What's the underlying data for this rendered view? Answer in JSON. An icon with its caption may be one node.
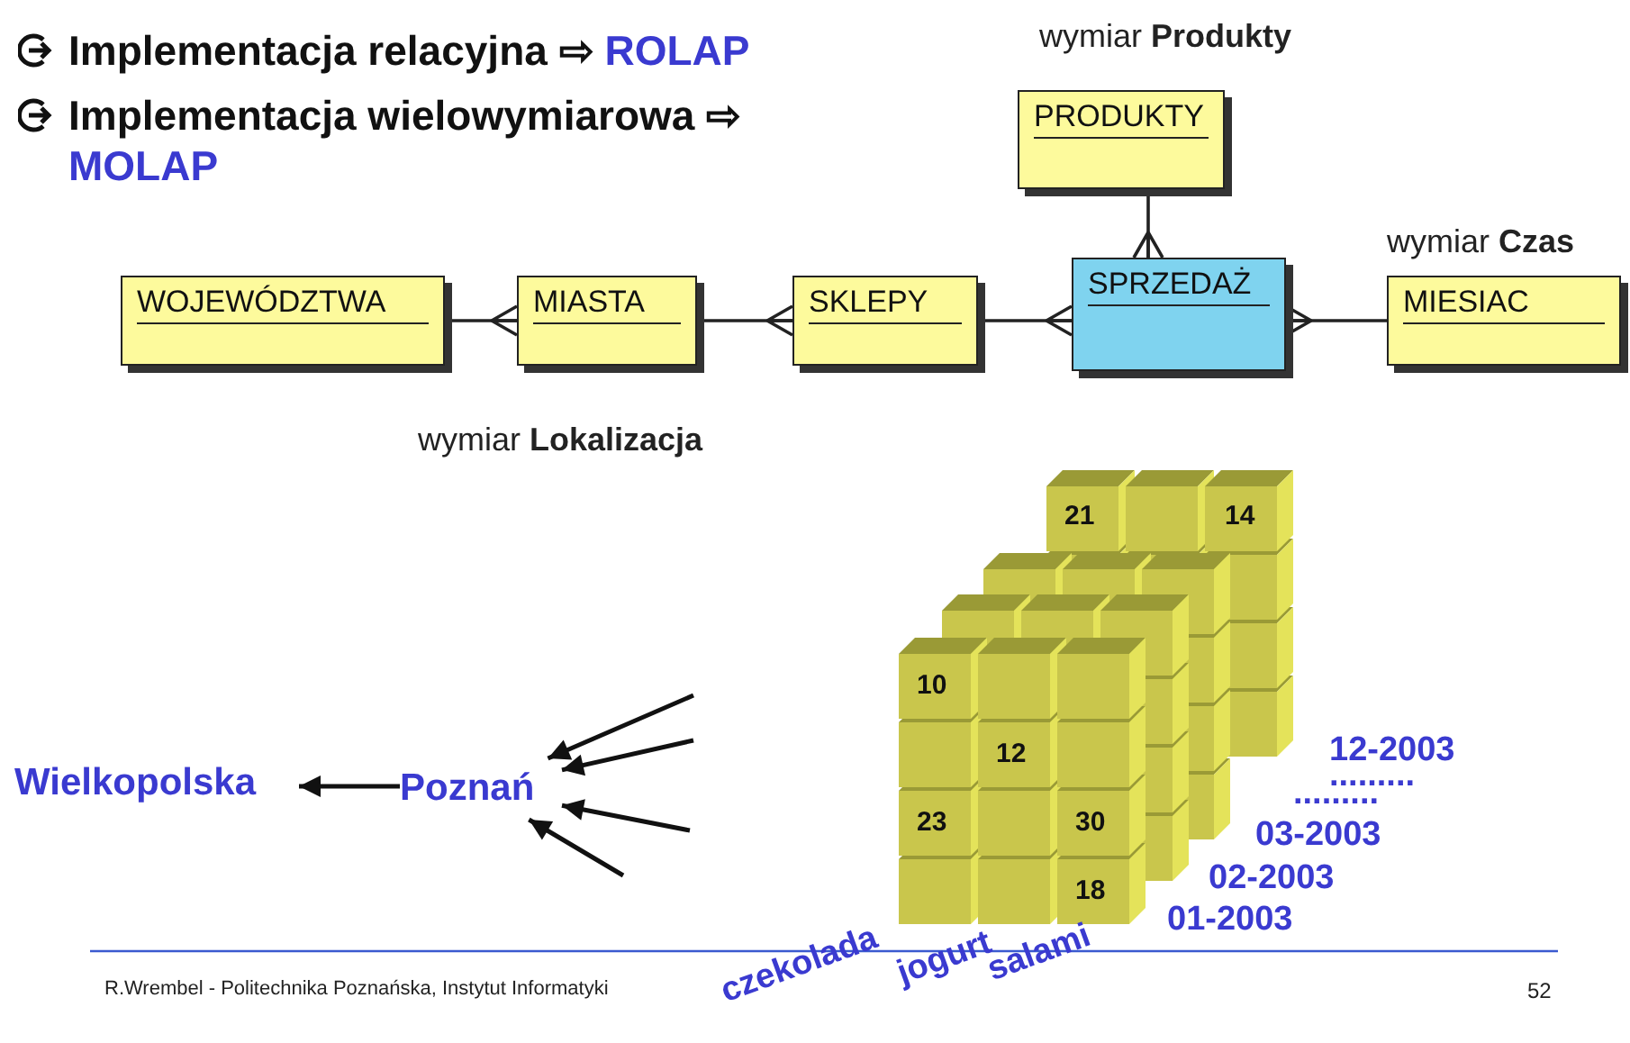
{
  "diagram": {
    "nodes": [
      {
        "text": [
          "PRODUKTY"
        ],
        "beside": [
          "wymiar **Produkty**"
        ]
      },
      {
        "text": [
          "WOJEWÓDZTWA"
        ]
      },
      {
        "text": [
          "MIASTA"
        ]
      },
      {
        "text": [
          "SKLEPY"
        ]
      },
      {
        "text": [
          "SPRZEDAŻ"
        ]
      },
      {
        "text": [
          "MIESIAC"
        ],
        "beside": [
          "wymiar **Czas**"
        ]
      },
      {
        "text": [
          "Wielkopolska"
        ]
      },
      {
        "text": [
          "Poznań"
        ]
      }
    ],
    "edges": [
      {
        "from": 1,
        "to": 2,
        "arrow": "other"
      },
      {
        "from": 2,
        "to": 3,
        "arrow": "other"
      },
      {
        "from": 3,
        "to": 4,
        "arrow": "other"
      },
      {
        "from": 0,
        "to": 4,
        "arrow": "other"
      },
      {
        "from": 5,
        "to": 4,
        "arrow": "other"
      },
      {
        "from": 7,
        "to": 6,
        "arrow": "to"
      },
      {
        "from": null,
        "to": 7,
        "arrow": "to"
      },
      {
        "from": null,
        "to": 7,
        "arrow": "to"
      },
      {
        "from": null,
        "to": 7,
        "arrow": "to"
      },
      {
        "from": null,
        "to": 7,
        "arrow": "to"
      }
    ],
    "labels": [
      "Implementacja relacyjna ⇨ **ROLAP**",
      "Implementacja wielowymiarowa ⇨ **MOLAP**",
      "wymiar **Lokalizacja**",
      "21",
      "14",
      "10",
      "12",
      "23",
      "30",
      "18",
      "12-2003",
      ".........",
      ".........",
      "03-2003",
      "02-2003",
      "01-2003",
      "czekolada",
      "jogurt",
      "salami",
      "R.Wrembel - Politechnika Poznańska, Instytut Informatyki",
      "52"
    ]
  }
}
